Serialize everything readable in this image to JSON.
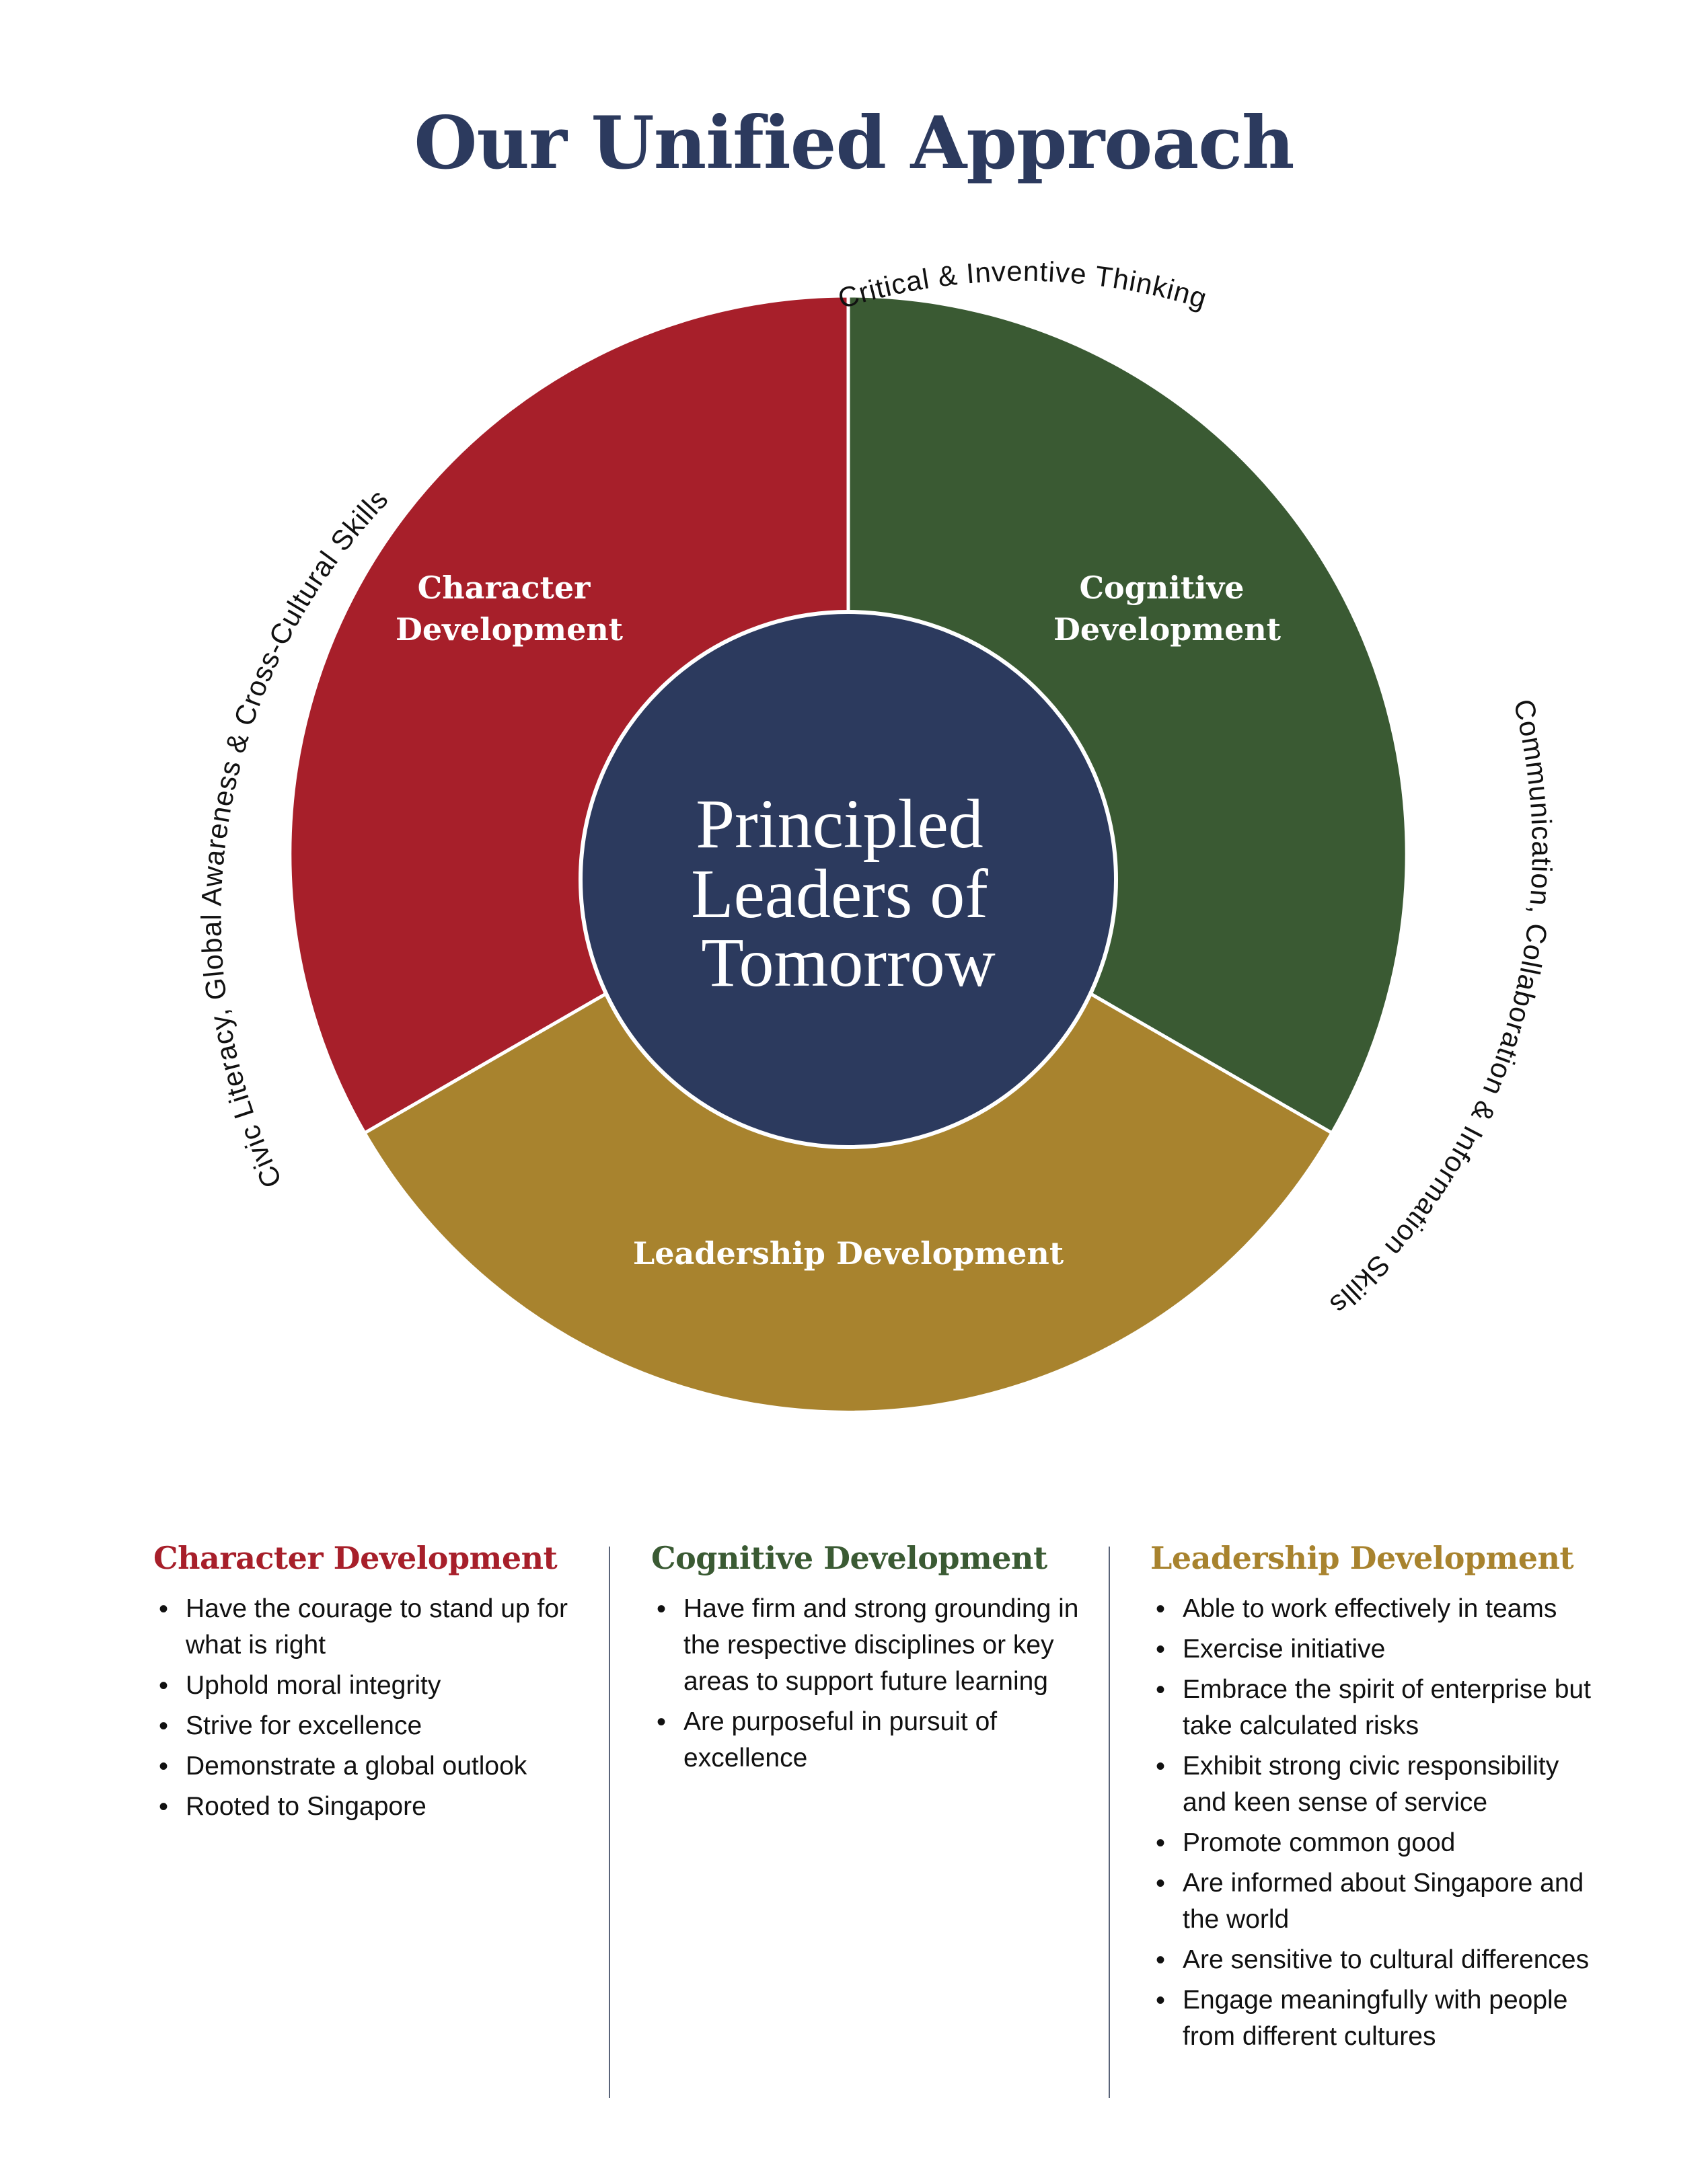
{
  "title": "Our Unified Approach",
  "colors": {
    "character": "#a71f2a",
    "cognitive": "#3a5a33",
    "leadership": "#a8832e",
    "center": "#2c3a5e"
  },
  "diagram": {
    "segments": {
      "character": [
        "Character",
        "Development"
      ],
      "cognitive": [
        "Cognitive",
        "Development"
      ],
      "leadership": "Leadership Development"
    },
    "center": [
      "Principled",
      "Leaders of",
      "Tomorrow"
    ],
    "ring_labels": {
      "top": "Critical & Inventive Thinking",
      "left": "Civic Literacy, Global Awareness & Cross-Cultural Skills",
      "right": "Communication, Collaboration & Information Skills"
    }
  },
  "columns": [
    {
      "heading": "Character Development",
      "items": [
        "Have the courage to stand up for what is right",
        "Uphold moral integrity",
        "Strive for excellence",
        "Demonstrate a global outlook",
        "Rooted to Singapore"
      ]
    },
    {
      "heading": "Cognitive Development",
      "items": [
        "Have firm and strong grounding in the respective disciplines or key areas to support future learning",
        "Are purposeful in pursuit of excellence"
      ]
    },
    {
      "heading": "Leadership Development",
      "items": [
        "Able to work effectively in teams",
        "Exercise initiative",
        "Embrace the spirit of enterprise but take calculated risks",
        "Exhibit strong civic responsibility and keen sense of service",
        "Promote common good",
        "Are informed about Singapore and the world",
        "Are sensitive to cultural differences",
        "Engage meaningfully with people from different cultures"
      ]
    }
  ]
}
